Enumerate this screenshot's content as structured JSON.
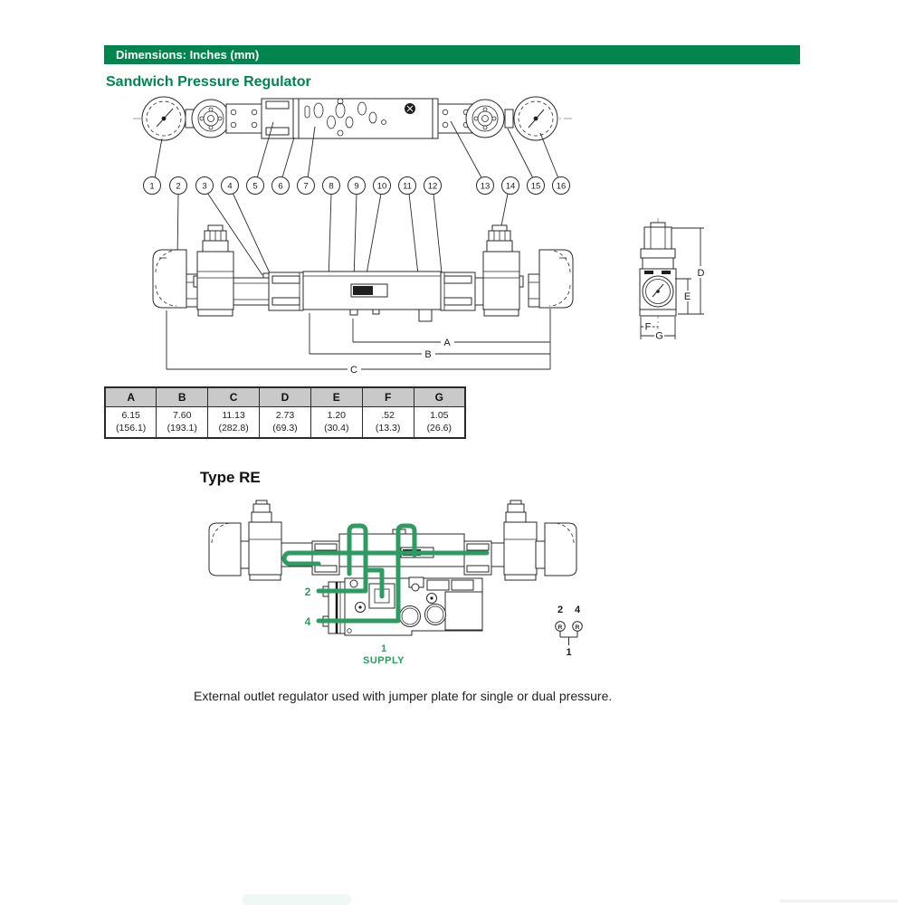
{
  "page": {
    "header_bar": "Dimensions: Inches (mm)",
    "section_title": "Sandwich Pressure Regulator",
    "subsection_title": "Type RE",
    "caption": "External outlet regulator used with jumper plate for single or dual pressure."
  },
  "colors": {
    "brand_green": "#00854F",
    "flow_green": "#2E9C62",
    "table_header_bg": "#C9C9C9",
    "line_color": "#2A2A2A"
  },
  "main_drawing": {
    "callouts": [
      "1",
      "2",
      "3",
      "4",
      "5",
      "6",
      "7",
      "8",
      "9",
      "10",
      "11",
      "12",
      "13",
      "14",
      "15",
      "16"
    ],
    "front_dims": [
      "A",
      "B",
      "C"
    ],
    "side_dims": [
      "D",
      "E",
      "F",
      "G"
    ]
  },
  "dimension_table": {
    "columns": [
      {
        "label": "A",
        "in": "6.15",
        "mm": "(156.1)"
      },
      {
        "label": "B",
        "in": "7.60",
        "mm": "(193.1)"
      },
      {
        "label": "C",
        "in": "11.13",
        "mm": "(282.8)"
      },
      {
        "label": "D",
        "in": "2.73",
        "mm": "(69.3)"
      },
      {
        "label": "E",
        "in": "1.20",
        "mm": "(30.4)"
      },
      {
        "label": "F",
        "in": ".52",
        "mm": "(13.3)"
      },
      {
        "label": "G",
        "in": "1.05",
        "mm": "(26.6)"
      }
    ]
  },
  "type_re": {
    "port_2": "2",
    "port_4": "4",
    "port_1": "1",
    "supply": "SUPPLY",
    "sch_2": "2",
    "sch_4": "4",
    "sch_1": "1",
    "sch_r": "R"
  }
}
